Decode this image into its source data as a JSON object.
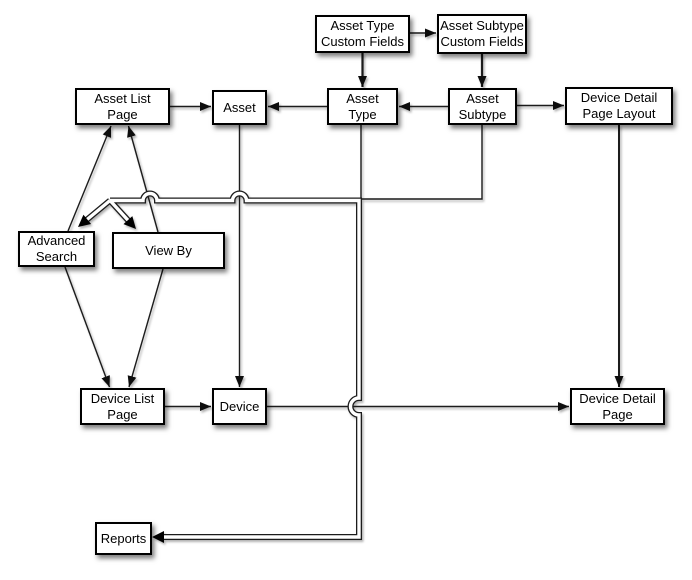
{
  "diagram": {
    "background_color": "#ffffff",
    "node_fill_color": "#ffffff",
    "node_border_color": "#000000",
    "connector_color": "#1b1b1b",
    "nodes": {
      "asset_type_custom_fields": {
        "label": "Asset Type\nCustom Fields"
      },
      "asset_subtype_custom_fields": {
        "label": "Asset Subtype\nCustom Fields"
      },
      "asset_list_page": {
        "label": "Asset List\nPage"
      },
      "asset": {
        "label": "Asset"
      },
      "asset_type": {
        "label": "Asset\nType"
      },
      "asset_subtype": {
        "label": "Asset\nSubtype"
      },
      "device_detail_page_layout": {
        "label": "Device Detail\nPage Layout"
      },
      "advanced_search": {
        "label": "Advanced\nSearch"
      },
      "view_by": {
        "label": "View By"
      },
      "device_list_page": {
        "label": "Device List\nPage"
      },
      "device": {
        "label": "Device"
      },
      "device_detail_page": {
        "label": "Device Detail\nPage"
      },
      "reports": {
        "label": "Reports"
      }
    },
    "edges": [
      {
        "from": "Asset Type Custom Fields",
        "to": "Asset Subtype Custom Fields",
        "style": "arrow"
      },
      {
        "from": "Asset Type Custom Fields",
        "to": "Asset Type",
        "style": "arrow"
      },
      {
        "from": "Asset Subtype Custom Fields",
        "to": "Asset Subtype",
        "style": "arrow"
      },
      {
        "from": "Asset List Page",
        "to": "Asset",
        "style": "arrow"
      },
      {
        "from": "Asset Type",
        "to": "Asset",
        "style": "arrow"
      },
      {
        "from": "Asset Subtype",
        "to": "Asset Type",
        "style": "arrow"
      },
      {
        "from": "Asset Subtype",
        "to": "Device Detail Page Layout",
        "style": "arrow"
      },
      {
        "from": "Advanced Search",
        "to": "Asset List Page",
        "style": "arrow"
      },
      {
        "from": "View By",
        "to": "Asset List Page",
        "style": "arrow"
      },
      {
        "from": "Advanced Search",
        "to": "Device List Page",
        "style": "arrow"
      },
      {
        "from": "View By",
        "to": "Device List Page",
        "style": "arrow"
      },
      {
        "from": "Asset",
        "to": "Device",
        "style": "arrow"
      },
      {
        "from": "Device List Page",
        "to": "Device",
        "style": "arrow"
      },
      {
        "from": "Device",
        "to": "Device Detail Page",
        "style": "arrow"
      },
      {
        "from": "Device Detail Page Layout",
        "to": "Device Detail Page",
        "style": "arrow"
      },
      {
        "from": "Asset Type",
        "to": "shared-trunk",
        "style": "line"
      },
      {
        "from": "Asset Subtype",
        "to": "shared-trunk",
        "style": "line"
      },
      {
        "from": "shared-trunk",
        "to": "Advanced Search",
        "style": "outlined-arrow"
      },
      {
        "from": "shared-trunk",
        "to": "View By",
        "style": "outlined-arrow"
      },
      {
        "from": "shared-trunk",
        "to": "Reports",
        "style": "outlined-arrow"
      }
    ]
  }
}
